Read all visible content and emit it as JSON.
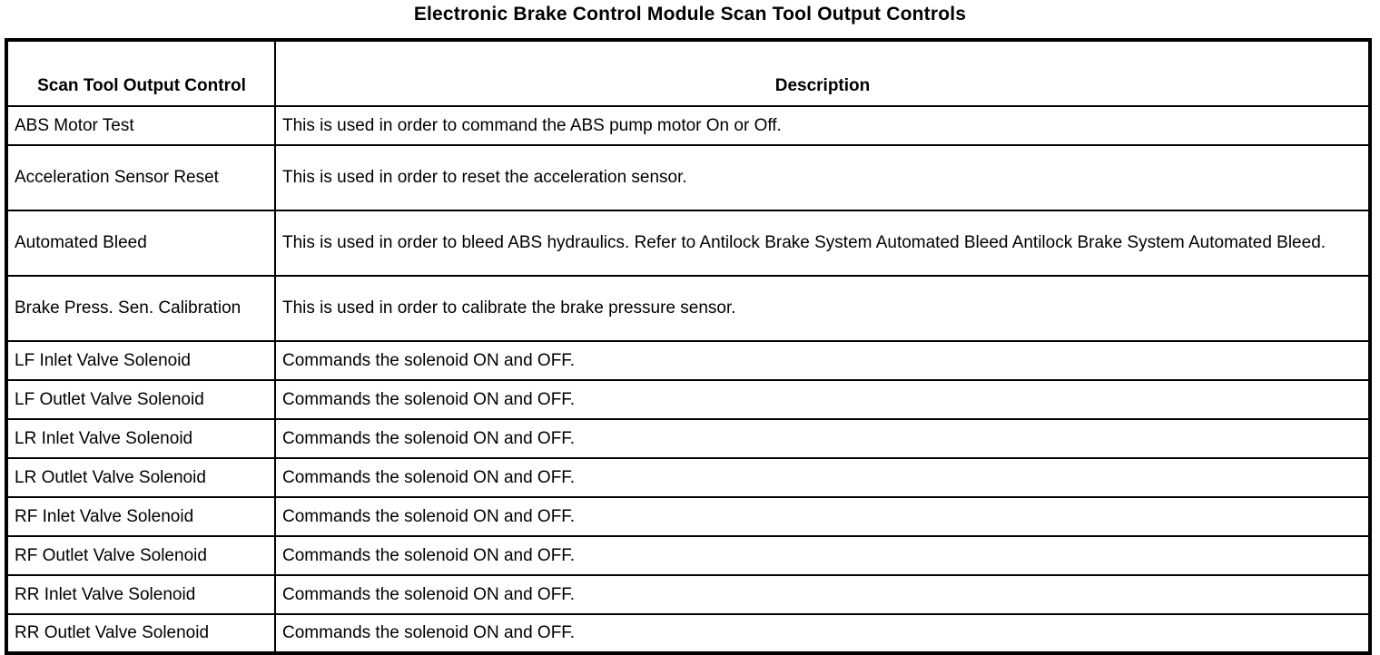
{
  "title": "Electronic Brake Control Module Scan Tool Output Controls",
  "table": {
    "columns": {
      "control": "Scan Tool Output Control",
      "description": "Description"
    },
    "rows": [
      {
        "control": "ABS Motor Test",
        "description": "This is used in order to command the ABS pump motor On or Off."
      },
      {
        "control": "Acceleration Sensor Reset",
        "description": "This is used in order to reset the acceleration sensor."
      },
      {
        "control": "Automated Bleed",
        "description": "This is used in order to bleed ABS hydraulics. Refer to Antilock Brake System Automated Bleed Antilock Brake System Automated Bleed."
      },
      {
        "control": "Brake Press. Sen. Calibration",
        "description": "This is used in order to calibrate the brake pressure sensor."
      },
      {
        "control": "LF Inlet Valve Solenoid",
        "description": "Commands the solenoid ON and OFF."
      },
      {
        "control": "LF Outlet Valve Solenoid",
        "description": "Commands the solenoid ON and OFF."
      },
      {
        "control": "LR Inlet Valve Solenoid",
        "description": "Commands the solenoid ON and OFF."
      },
      {
        "control": "LR Outlet Valve Solenoid",
        "description": "Commands the solenoid ON and OFF."
      },
      {
        "control": "RF Inlet Valve Solenoid",
        "description": "Commands the solenoid ON and OFF."
      },
      {
        "control": "RF Outlet Valve Solenoid",
        "description": "Commands the solenoid ON and OFF."
      },
      {
        "control": "RR Inlet Valve Solenoid",
        "description": "Commands the solenoid ON and OFF."
      },
      {
        "control": "RR Outlet Valve Solenoid",
        "description": "Commands the solenoid ON and OFF."
      }
    ],
    "tall_rows": [
      1,
      2,
      3
    ]
  },
  "colors": {
    "border": "#000000",
    "background": "#ffffff",
    "text": "#000000"
  }
}
